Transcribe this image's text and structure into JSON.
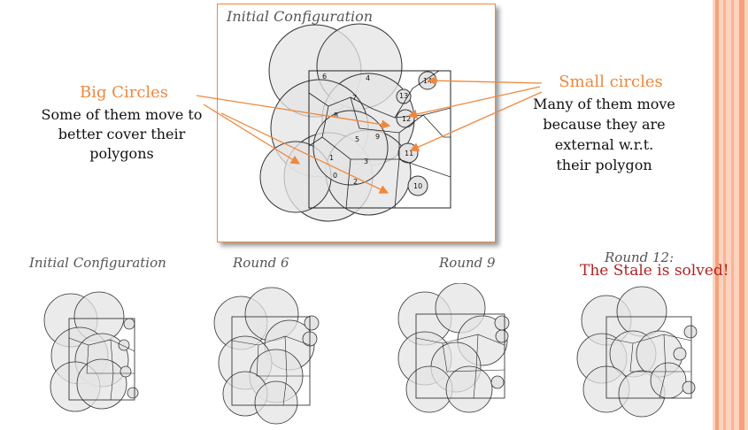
{
  "main": {
    "title": "Initial Configuration"
  },
  "left_callout": {
    "heading": "Big Circles",
    "lines": [
      "Some of them move to",
      "better cover their",
      "polygons"
    ]
  },
  "right_callout": {
    "heading": "Small circles",
    "lines": [
      "Many of them move",
      "because they are",
      "external w.r.t.",
      "their polygon"
    ]
  },
  "rounds": [
    {
      "label": "Initial Configuration"
    },
    {
      "label": "Round 6"
    },
    {
      "label": "Round 9"
    },
    {
      "label": "Round 12:",
      "sublabel": "The Stale is solved!"
    }
  ],
  "colors": {
    "accent": "#f0873c",
    "circle_fill": "#e4e4e4",
    "stripe": "#f6a17a",
    "sublabel": "#b22222"
  }
}
